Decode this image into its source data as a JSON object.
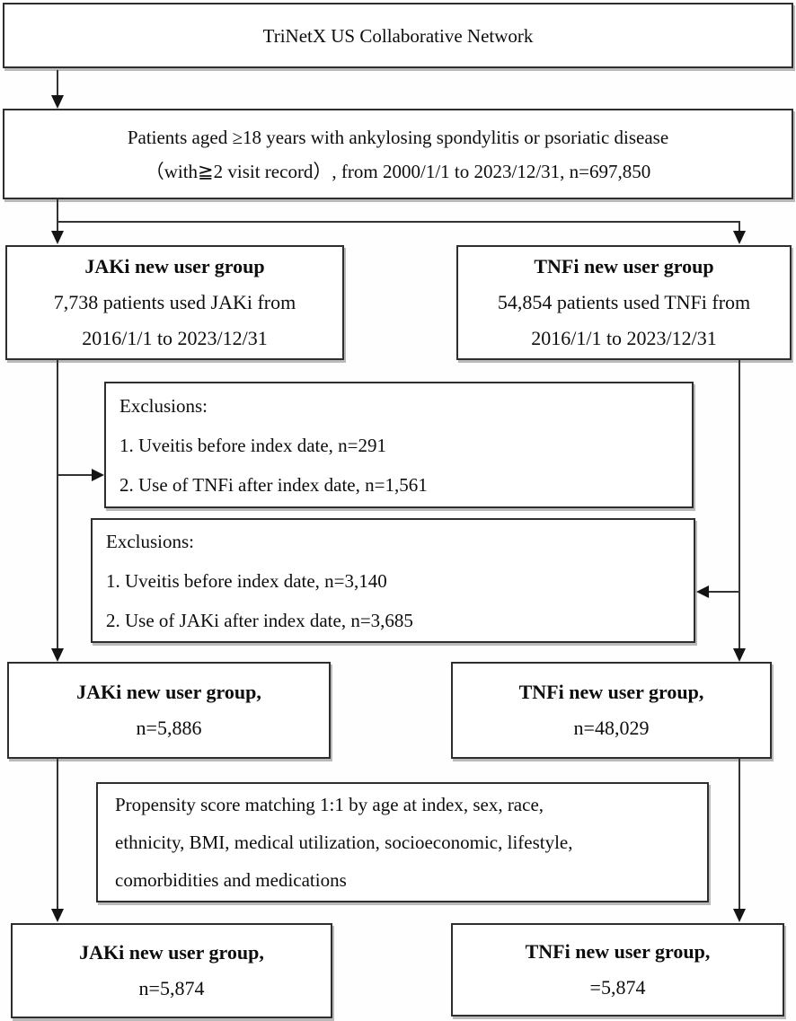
{
  "diagram": {
    "type": "patient-selection-flowchart",
    "colors": {
      "background": "#fefefe",
      "box_fill": "#ffffff",
      "border": "#2e2e2e",
      "line": "#333333",
      "text": "#0d0d0d"
    },
    "nodes": {
      "network": {
        "text": "TriNetX US Collaborative Network"
      },
      "eligibility": {
        "line1": "Patients aged ≥18 years with ankylosing spondylitis or psoriatic disease",
        "line2": "（with≧2 visit record）, from 2000/1/1 to 2023/12/31, n=697,850"
      },
      "jaki_initial": {
        "title": "JAKi new user group",
        "detail1": "7,738 patients used JAKi from",
        "detail2": "2016/1/1 to 2023/12/31"
      },
      "tnfi_initial": {
        "title": "TNFi new user group",
        "detail1": "54,854 patients used TNFi from",
        "detail2": "2016/1/1 to 2023/12/31"
      },
      "jaki_exclusions": {
        "heading": "Exclusions:",
        "item1": "1. Uveitis before index date, n=291",
        "item2": "2. Use of TNFi after index date, n=1,561"
      },
      "tnfi_exclusions": {
        "heading": "Exclusions:",
        "item1": "1. Uveitis before index date, n=3,140",
        "item2": "2. Use of JAKi after index date, n=3,685"
      },
      "jaki_post_exclusion": {
        "title": "JAKi new user group,",
        "count": "n=5,886"
      },
      "tnfi_post_exclusion": {
        "title": "TNFi new user group,",
        "count": "n=48,029"
      },
      "matching": {
        "line1": "Propensity score matching 1:1 by age at index, sex, race,",
        "line2": "ethnicity, BMI, medical utilization, socioeconomic, lifestyle,",
        "line3": "comorbidities and medications"
      },
      "jaki_matched": {
        "title": "JAKi new user group,",
        "count": "n=5,874"
      },
      "tnfi_matched": {
        "title": "TNFi new user group,",
        "count": "=5,874"
      }
    }
  }
}
